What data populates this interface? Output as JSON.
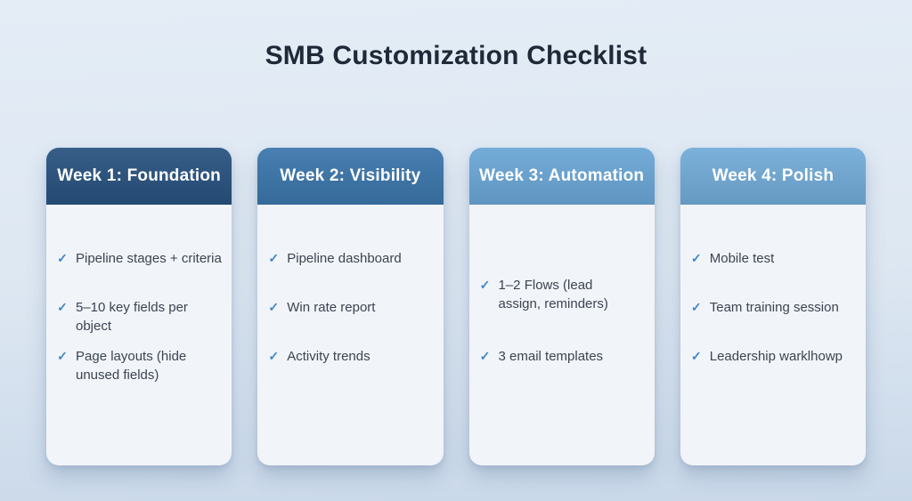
{
  "page": {
    "title": "SMB Customization Checklist"
  },
  "icons": {
    "check": "✓"
  },
  "colors": {
    "page_bg_top": "#e4edf6",
    "page_bg_bottom": "#c9d8e9",
    "card_body": "#f1f4f8",
    "header_text": "#ffffff",
    "check": "#3f86ca",
    "title_text": "#202938",
    "item_text": "#3c4451"
  },
  "cards": [
    {
      "title": "Week 1: Foundation",
      "header_color": "#28527f",
      "items": [
        "Pipeline stages + criteria",
        "5–10 key fields per\nobject",
        "Page layouts (hide\nunused fields)"
      ]
    },
    {
      "title": "Week 2: Visibility",
      "header_color": "#3b76ab",
      "items": [
        "Pipeline dashboard",
        "Win rate report",
        "Activity trends"
      ]
    },
    {
      "title": "Week 3: Automation",
      "header_color": "#6aa6d6",
      "items": [
        "1–2 Flows (lead\nassign, reminders)",
        "3 email templates"
      ]
    },
    {
      "title": "Week 4: Polish",
      "header_color": "#72abd8",
      "items": [
        "Mobile test",
        "Team training session",
        "Leadership warklhowp"
      ]
    }
  ]
}
